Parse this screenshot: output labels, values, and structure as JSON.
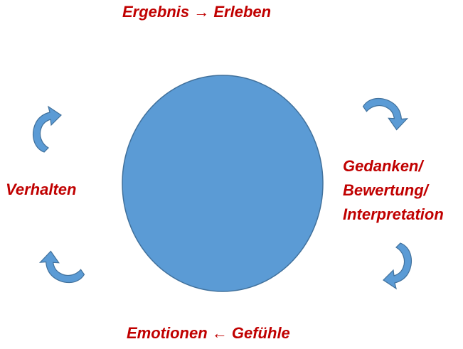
{
  "labels": {
    "top": "Ergebnis → Erleben",
    "right_line1": "Gedanken/",
    "right_line2": "Bewertung/",
    "right_line3": "Interpretation",
    "left": "Verhalten",
    "bottom": "Emotionen ← Gefühle"
  },
  "colors": {
    "label_text": "#c00000",
    "circle_fill": "#5b9bd5",
    "circle_stroke": "#41719c",
    "arrow_fill": "#5b9bd5",
    "arrow_stroke": "#41719c"
  },
  "icons": {
    "cycle_arrows": [
      "curved-arrow-icon",
      "curved-arrow-icon",
      "curved-arrow-icon",
      "curved-arrow-icon"
    ]
  }
}
